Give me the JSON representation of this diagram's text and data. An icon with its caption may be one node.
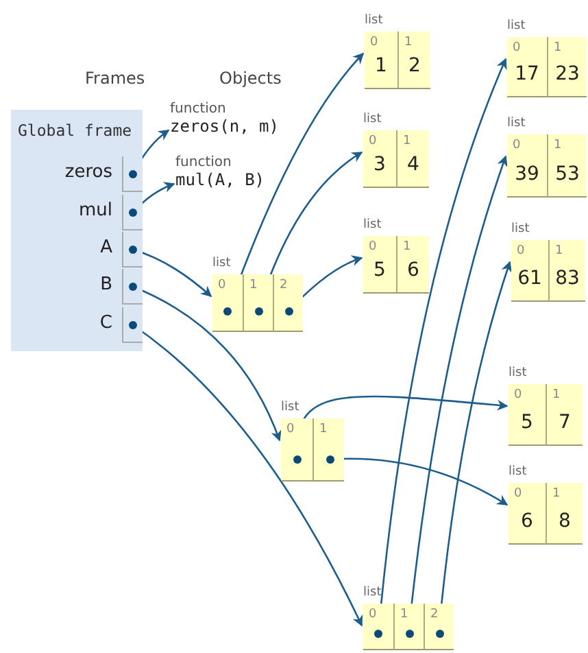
{
  "diagram": {
    "nodes": [
      {
        "text": [
          "Global frame"
        ]
      },
      {
        "text": [
          "zeros"
        ],
        "in": 0
      },
      {
        "text": [
          "mul"
        ],
        "in": 0
      },
      {
        "text": [
          "A"
        ],
        "in": 0
      },
      {
        "text": [
          "B"
        ],
        "in": 0
      },
      {
        "text": [
          "C"
        ],
        "in": 0
      },
      {
        "text": [
          "function",
          "zeros(n, m)"
        ]
      },
      {
        "text": [
          "function",
          "mul(A, B)"
        ]
      },
      {
        "text": [
          "list"
        ]
      },
      {
        "text": [
          "0"
        ],
        "in": 8
      },
      {
        "text": [
          "1"
        ],
        "in": 8
      },
      {
        "text": [
          "2"
        ],
        "in": 8
      },
      {
        "text": [
          "list"
        ]
      },
      {
        "text": [
          "0",
          "1"
        ],
        "in": 12
      },
      {
        "text": [
          "1",
          "2"
        ],
        "in": 12
      },
      {
        "text": [
          "list"
        ]
      },
      {
        "text": [
          "0",
          "3"
        ],
        "in": 15
      },
      {
        "text": [
          "1",
          "4"
        ],
        "in": 15
      },
      {
        "text": [
          "list"
        ]
      },
      {
        "text": [
          "0",
          "5"
        ],
        "in": 18
      },
      {
        "text": [
          "1",
          "6"
        ],
        "in": 18
      },
      {
        "text": [
          "list"
        ]
      },
      {
        "text": [
          "0"
        ],
        "in": 21
      },
      {
        "text": [
          "1"
        ],
        "in": 21
      },
      {
        "text": [
          "list"
        ]
      },
      {
        "text": [
          "0",
          "5"
        ],
        "in": 24
      },
      {
        "text": [
          "1",
          "7"
        ],
        "in": 24
      },
      {
        "text": [
          "list"
        ]
      },
      {
        "text": [
          "0",
          "6"
        ],
        "in": 27
      },
      {
        "text": [
          "1",
          "8"
        ],
        "in": 27
      },
      {
        "text": [
          "list"
        ]
      },
      {
        "text": [
          "0"
        ],
        "in": 30
      },
      {
        "text": [
          "1"
        ],
        "in": 30
      },
      {
        "text": [
          "2"
        ],
        "in": 30
      },
      {
        "text": [
          "list"
        ]
      },
      {
        "text": [
          "0",
          "17"
        ],
        "in": 34
      },
      {
        "text": [
          "1",
          "23"
        ],
        "in": 34
      },
      {
        "text": [
          "list"
        ]
      },
      {
        "text": [
          "0",
          "39"
        ],
        "in": 37
      },
      {
        "text": [
          "1",
          "53"
        ],
        "in": 37
      },
      {
        "text": [
          "list"
        ]
      },
      {
        "text": [
          "0",
          "61"
        ],
        "in": 40
      },
      {
        "text": [
          "1",
          "83"
        ],
        "in": 40
      }
    ],
    "edges": [
      {
        "from": 1,
        "to": 6,
        "arrow": "to"
      },
      {
        "from": 2,
        "to": 7,
        "arrow": "to"
      },
      {
        "from": 3,
        "to": 8,
        "arrow": "to"
      },
      {
        "from": 4,
        "to": 21,
        "arrow": "to"
      },
      {
        "from": 5,
        "to": 30,
        "arrow": "to"
      },
      {
        "from": 9,
        "to": 12,
        "arrow": "to"
      },
      {
        "from": 10,
        "to": 15,
        "arrow": "to"
      },
      {
        "from": 11,
        "to": 18,
        "arrow": "to"
      },
      {
        "from": 22,
        "to": 24,
        "arrow": "to"
      },
      {
        "from": 23,
        "to": 27,
        "arrow": "to"
      },
      {
        "from": 31,
        "to": 34,
        "arrow": "to"
      },
      {
        "from": 32,
        "to": 37,
        "arrow": "to"
      },
      {
        "from": 33,
        "to": 40,
        "arrow": "to"
      }
    ],
    "labels": [
      "Frames",
      "Objects"
    ]
  }
}
